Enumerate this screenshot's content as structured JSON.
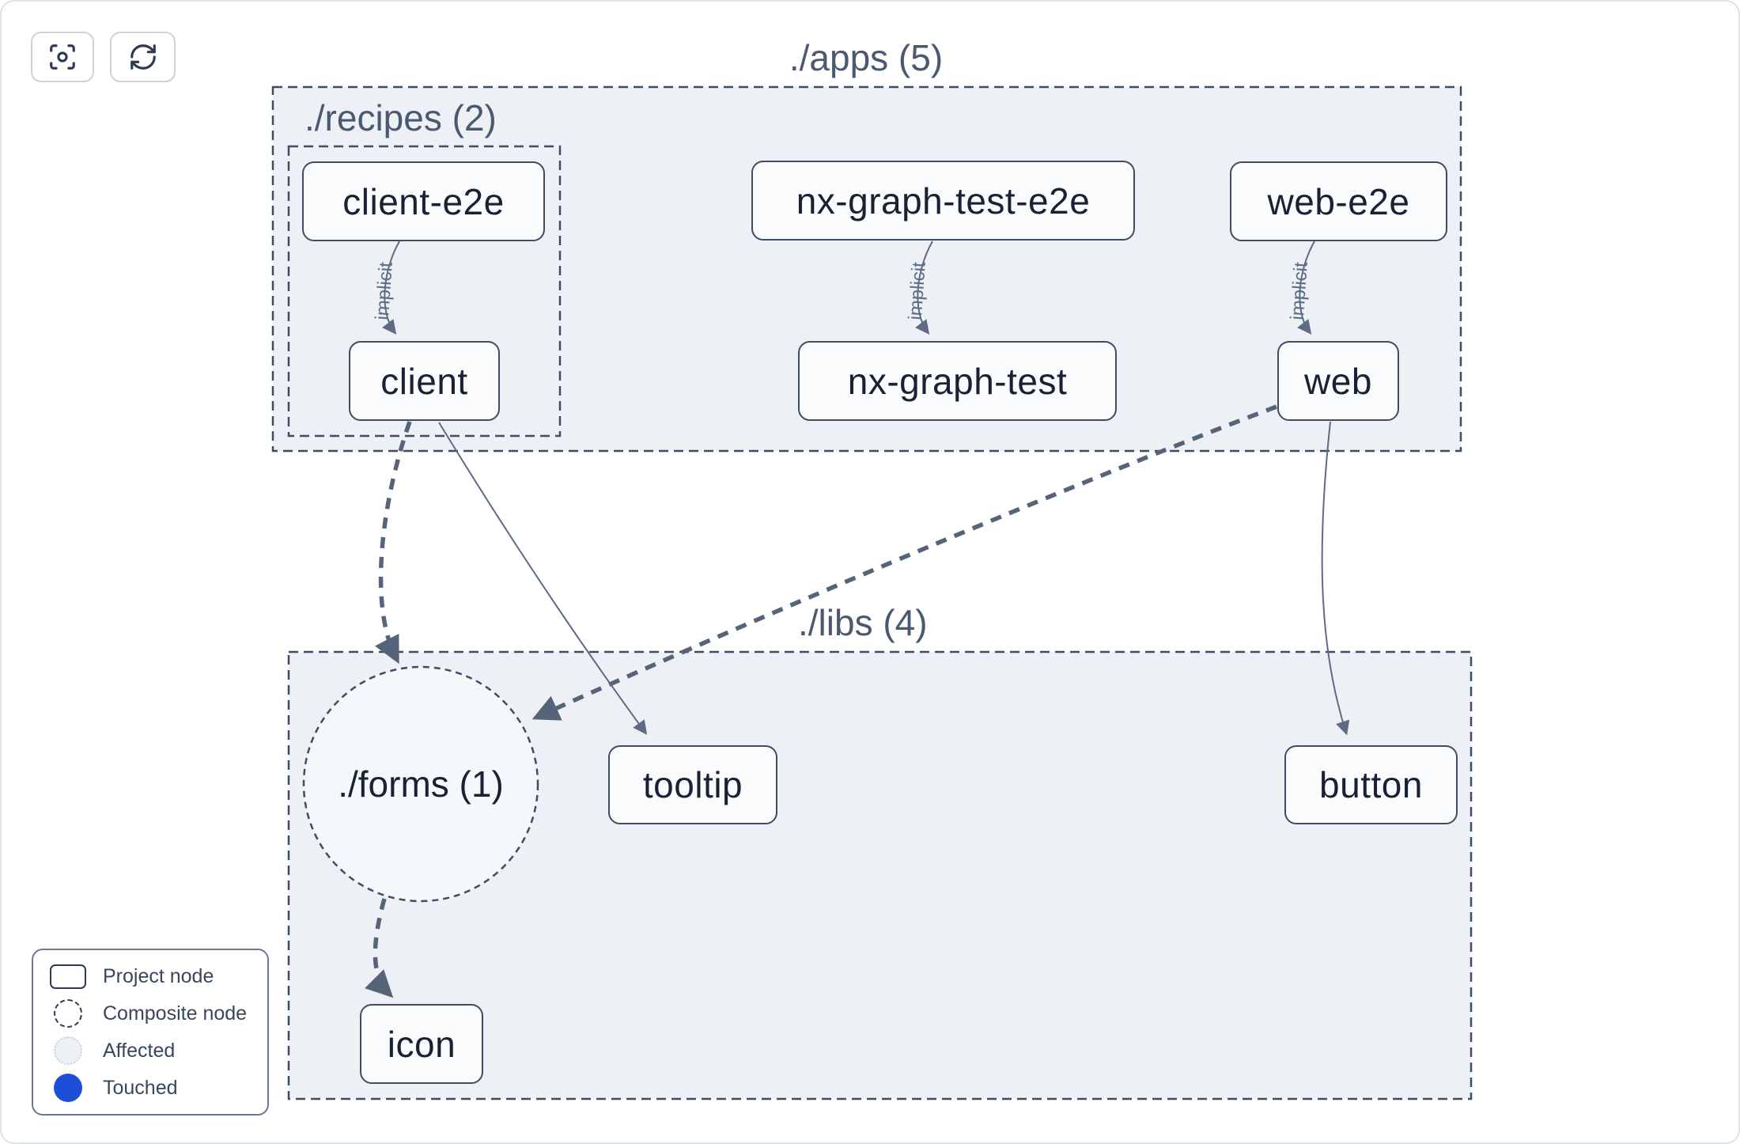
{
  "toolbar": {
    "buttons": [
      {
        "name": "focus"
      },
      {
        "name": "refresh"
      }
    ]
  },
  "graph": {
    "groups": {
      "apps": {
        "label": "./apps (5)"
      },
      "recipes": {
        "label": "./recipes (2)"
      },
      "libs": {
        "label": "./libs (4)"
      }
    },
    "nodes": {
      "client_e2e": {
        "label": "client-e2e"
      },
      "nx_graph_test_e2e": {
        "label": "nx-graph-test-e2e"
      },
      "web_e2e": {
        "label": "web-e2e"
      },
      "client": {
        "label": "client"
      },
      "nx_graph_test": {
        "label": "nx-graph-test"
      },
      "web": {
        "label": "web"
      },
      "tooltip": {
        "label": "tooltip"
      },
      "button": {
        "label": "button"
      },
      "icon": {
        "label": "icon"
      }
    },
    "composite_nodes": {
      "forms": {
        "label": "./forms (1)"
      }
    },
    "edges": [
      {
        "source": "client-e2e",
        "target": "client",
        "type": "implicit",
        "label": "implicit"
      },
      {
        "source": "nx-graph-test-e2e",
        "target": "nx-graph-test",
        "type": "implicit",
        "label": "implicit"
      },
      {
        "source": "web-e2e",
        "target": "web",
        "type": "implicit",
        "label": "implicit"
      },
      {
        "source": "client",
        "target": "./forms (1)",
        "type": "dashed",
        "label": ""
      },
      {
        "source": "client",
        "target": "tooltip",
        "type": "direct",
        "label": ""
      },
      {
        "source": "web",
        "target": "./forms (1)",
        "type": "dashed",
        "label": ""
      },
      {
        "source": "web",
        "target": "button",
        "type": "direct",
        "label": ""
      },
      {
        "source": "./forms (1)",
        "target": "icon",
        "type": "dashed",
        "label": ""
      }
    ]
  },
  "legend": {
    "items": [
      {
        "label": "Project node",
        "swatch": "project-rect"
      },
      {
        "label": "Composite node",
        "swatch": "dashed-circle"
      },
      {
        "label": "Affected",
        "swatch": "affected-circle"
      },
      {
        "label": "Touched",
        "swatch": "touched-circle"
      }
    ]
  },
  "colors": {
    "touched_blue": "#1d4ed8",
    "group_fill": "#edf1f6",
    "group_border": "#3e4d64",
    "node_border": "#3f4d63",
    "node_fill": "#fafbfd",
    "edge": "#5d6b84",
    "group_label_text": "#4a5870",
    "node_text": "#182234"
  }
}
